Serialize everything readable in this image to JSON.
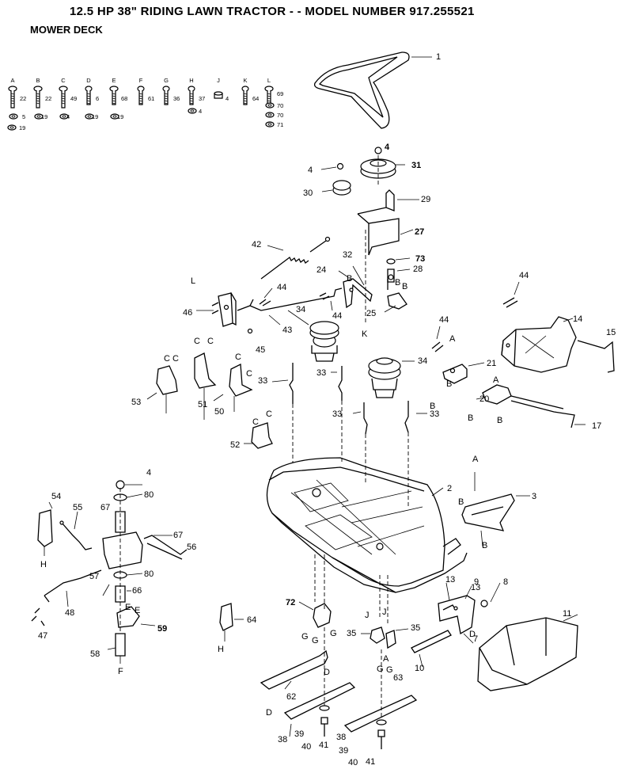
{
  "header": {
    "title": "12.5 HP 38\" RIDING LAWN TRACTOR  - - MODEL NUMBER 917.255521",
    "subtitle": "MOWER DECK"
  },
  "hardware_key": [
    {
      "letter": "A",
      "parts": [
        "22",
        "5",
        "19"
      ]
    },
    {
      "letter": "B",
      "parts": [
        "22",
        "19"
      ]
    },
    {
      "letter": "C",
      "parts": [
        "49",
        "4"
      ]
    },
    {
      "letter": "D",
      "parts": [
        "6",
        "19"
      ]
    },
    {
      "letter": "E",
      "parts": [
        "68",
        "19"
      ]
    },
    {
      "letter": "F",
      "parts": [
        "61"
      ]
    },
    {
      "letter": "G",
      "parts": [
        "36"
      ]
    },
    {
      "letter": "H",
      "parts": [
        "37",
        "4"
      ]
    },
    {
      "letter": "J",
      "parts": [
        "4"
      ]
    },
    {
      "letter": "K",
      "parts": [
        "64"
      ]
    },
    {
      "letter": "L",
      "parts": [
        "69",
        "70",
        "70",
        "71"
      ]
    }
  ],
  "callouts": [
    {
      "id": "1",
      "text": "1"
    },
    {
      "id": "4a",
      "text": "4"
    },
    {
      "id": "4b",
      "text": "4"
    },
    {
      "id": "31",
      "text": "31"
    },
    {
      "id": "30",
      "text": "30"
    },
    {
      "id": "29",
      "text": "29"
    },
    {
      "id": "27",
      "text": "27"
    },
    {
      "id": "42",
      "text": "42"
    },
    {
      "id": "32",
      "text": "32"
    },
    {
      "id": "73",
      "text": "73"
    },
    {
      "id": "28",
      "text": "28"
    },
    {
      "id": "24",
      "text": "24"
    },
    {
      "id": "44a",
      "text": "44"
    },
    {
      "id": "44b",
      "text": "44"
    },
    {
      "id": "44c",
      "text": "44"
    },
    {
      "id": "44d",
      "text": "44"
    },
    {
      "id": "46",
      "text": "46"
    },
    {
      "id": "43",
      "text": "43"
    },
    {
      "id": "34a",
      "text": "34"
    },
    {
      "id": "34b",
      "text": "34"
    },
    {
      "id": "25",
      "text": "25"
    },
    {
      "id": "14",
      "text": "14"
    },
    {
      "id": "15",
      "text": "15"
    },
    {
      "id": "45",
      "text": "45"
    },
    {
      "id": "33a",
      "text": "33"
    },
    {
      "id": "33b",
      "text": "33"
    },
    {
      "id": "33c",
      "text": "33"
    },
    {
      "id": "33d",
      "text": "33"
    },
    {
      "id": "21",
      "text": "21"
    },
    {
      "id": "20",
      "text": "20"
    },
    {
      "id": "17",
      "text": "17"
    },
    {
      "id": "53",
      "text": "53"
    },
    {
      "id": "51",
      "text": "51"
    },
    {
      "id": "50",
      "text": "50"
    },
    {
      "id": "52",
      "text": "52"
    },
    {
      "id": "2",
      "text": "2"
    },
    {
      "id": "3",
      "text": "3"
    },
    {
      "id": "4c",
      "text": "4"
    },
    {
      "id": "80a",
      "text": "80"
    },
    {
      "id": "80b",
      "text": "80"
    },
    {
      "id": "54",
      "text": "54"
    },
    {
      "id": "55",
      "text": "55"
    },
    {
      "id": "67a",
      "text": "67"
    },
    {
      "id": "67b",
      "text": "67"
    },
    {
      "id": "56",
      "text": "56"
    },
    {
      "id": "57",
      "text": "57"
    },
    {
      "id": "66",
      "text": "66"
    },
    {
      "id": "48",
      "text": "48"
    },
    {
      "id": "47",
      "text": "47"
    },
    {
      "id": "59",
      "text": "59"
    },
    {
      "id": "58",
      "text": "58"
    },
    {
      "id": "72",
      "text": "72"
    },
    {
      "id": "64",
      "text": "64"
    },
    {
      "id": "13a",
      "text": "13"
    },
    {
      "id": "13b",
      "text": "13"
    },
    {
      "id": "9",
      "text": "9"
    },
    {
      "id": "8",
      "text": "8"
    },
    {
      "id": "7",
      "text": "7"
    },
    {
      "id": "11",
      "text": "11"
    },
    {
      "id": "35a",
      "text": "35"
    },
    {
      "id": "35b",
      "text": "35"
    },
    {
      "id": "10",
      "text": "10"
    },
    {
      "id": "63",
      "text": "63"
    },
    {
      "id": "62",
      "text": "62"
    },
    {
      "id": "38a",
      "text": "38"
    },
    {
      "id": "39a",
      "text": "39"
    },
    {
      "id": "40a",
      "text": "40"
    },
    {
      "id": "41a",
      "text": "41"
    },
    {
      "id": "38b",
      "text": "38"
    },
    {
      "id": "39b",
      "text": "39"
    },
    {
      "id": "40b",
      "text": "40"
    },
    {
      "id": "41b",
      "text": "41"
    }
  ],
  "letter_tags": [
    {
      "id": "L1",
      "text": "L"
    },
    {
      "id": "B1",
      "text": "B"
    },
    {
      "id": "B2",
      "text": "B"
    },
    {
      "id": "K1",
      "text": "K"
    },
    {
      "id": "A1",
      "text": "A"
    },
    {
      "id": "B3",
      "text": "B"
    },
    {
      "id": "A2",
      "text": "A"
    },
    {
      "id": "B4",
      "text": "B"
    },
    {
      "id": "B5",
      "text": "B"
    },
    {
      "id": "B6",
      "text": "B"
    },
    {
      "id": "B7",
      "text": "B"
    },
    {
      "id": "C1",
      "text": "C"
    },
    {
      "id": "C2",
      "text": "C"
    },
    {
      "id": "C3",
      "text": "C"
    },
    {
      "id": "C4",
      "text": "C"
    },
    {
      "id": "C5",
      "text": "C"
    },
    {
      "id": "C6",
      "text": "C"
    },
    {
      "id": "C7",
      "text": "C"
    },
    {
      "id": "C8",
      "text": "C"
    },
    {
      "id": "A3",
      "text": "A"
    },
    {
      "id": "B8",
      "text": "B"
    },
    {
      "id": "B9",
      "text": "B"
    },
    {
      "id": "H1",
      "text": "H"
    },
    {
      "id": "E1",
      "text": "E"
    },
    {
      "id": "E2",
      "text": "E"
    },
    {
      "id": "F1",
      "text": "F"
    },
    {
      "id": "H2",
      "text": "H"
    },
    {
      "id": "J1",
      "text": "J"
    },
    {
      "id": "J2",
      "text": "J"
    },
    {
      "id": "G1",
      "text": "G"
    },
    {
      "id": "G2",
      "text": "G"
    },
    {
      "id": "G3",
      "text": "G"
    },
    {
      "id": "G4",
      "text": "G"
    },
    {
      "id": "G5",
      "text": "G"
    },
    {
      "id": "G6",
      "text": "G"
    },
    {
      "id": "A4",
      "text": "A"
    },
    {
      "id": "D1",
      "text": "D"
    },
    {
      "id": "D2",
      "text": "D"
    },
    {
      "id": "D3",
      "text": "D"
    }
  ]
}
